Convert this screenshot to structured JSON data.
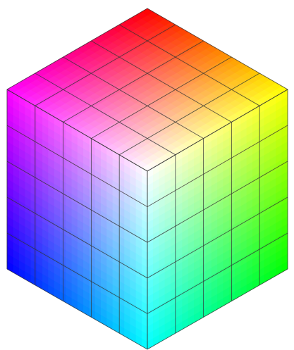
{
  "diagram": {
    "type": "rgb-color-cube",
    "grid_divisions": 5,
    "grid_line_color": "#333333",
    "background_color": "#ffffff",
    "corner_colors": {
      "top": "#ff0000",
      "left": "#ff00ff",
      "right": "#ffff00",
      "center": "#ffffff",
      "bottom-left": "#0000ff",
      "bottom-right": "#00ff00",
      "bottom": "#00ffff"
    },
    "faces": [
      {
        "name": "top-face",
        "corners": [
          "center",
          "left",
          "top",
          "right"
        ]
      },
      {
        "name": "left-face",
        "corners": [
          "center",
          "left",
          "bottom-left",
          "bottom"
        ]
      },
      {
        "name": "right-face",
        "corners": [
          "center",
          "right",
          "bottom-right",
          "bottom"
        ]
      }
    ]
  }
}
